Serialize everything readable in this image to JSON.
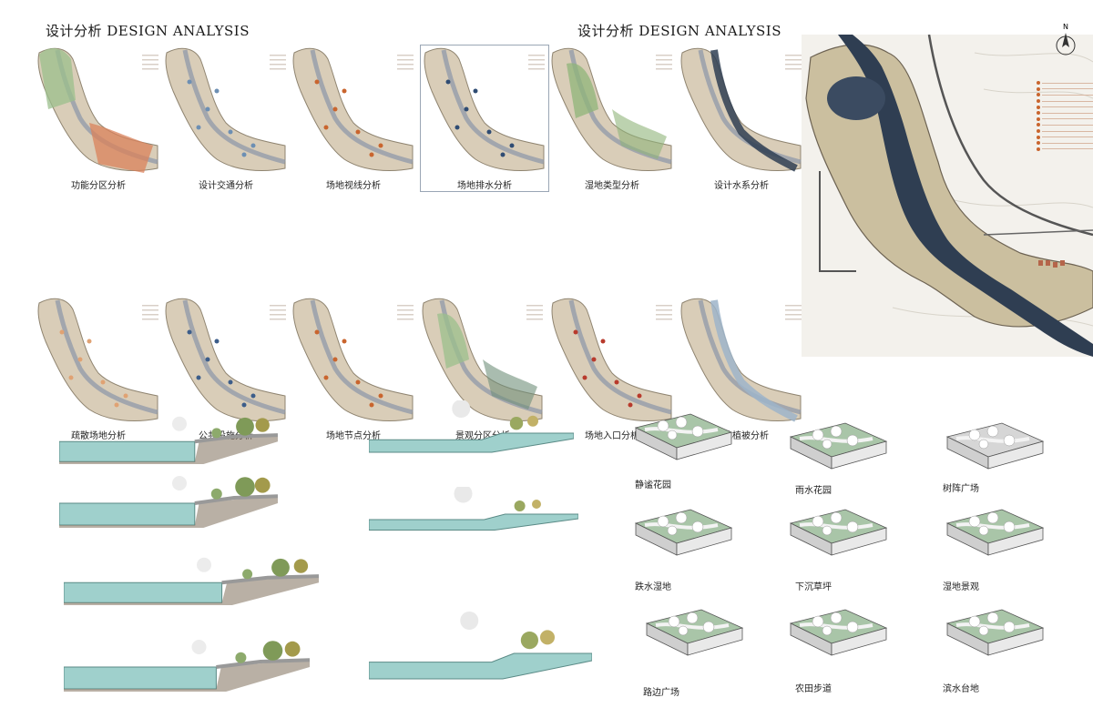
{
  "headings": {
    "left": "设计分析 DESIGN ANALYSIS",
    "right": "设计分析 DESIGN ANALYSIS"
  },
  "north_label": "N",
  "analysis_maps": [
    {
      "label": "功能分区分析",
      "theme": "function-zones"
    },
    {
      "label": "设计交通分析",
      "theme": "traffic"
    },
    {
      "label": "场地视线分析",
      "theme": "sightline"
    },
    {
      "label": "场地排水分析",
      "theme": "drainage"
    },
    {
      "label": "湿地类型分析",
      "theme": "wetland-type"
    },
    {
      "label": "设计水系分析",
      "theme": "water-system"
    },
    {
      "label": "疏散场地分析",
      "theme": "evacuation"
    },
    {
      "label": "公共设施分析",
      "theme": "public-facilities"
    },
    {
      "label": "场地节点分析",
      "theme": "nodes"
    },
    {
      "label": "景观分区分析",
      "theme": "landscape-zones"
    },
    {
      "label": "场地入口分析",
      "theme": "entrances"
    },
    {
      "label": "场地植被分析",
      "theme": "vegetation"
    }
  ],
  "blocks": [
    {
      "label": "静谧花园"
    },
    {
      "label": "雨水花园"
    },
    {
      "label": "树阵广场"
    },
    {
      "label": "跌水湿地"
    },
    {
      "label": "下沉草坪"
    },
    {
      "label": "湿地景观"
    },
    {
      "label": "路边广场"
    },
    {
      "label": "农田步道"
    },
    {
      "label": "滨水台地"
    }
  ],
  "colors": {
    "land": "#d9cdb8",
    "land_edge": "#8f8470",
    "river": "#2f3e52",
    "water_section": "#9fd0cc",
    "green_block": "#a9c5a8",
    "tree": "#ffffff",
    "accent_orange": "#d9825b",
    "accent_green": "#9bbf8c",
    "accent_red": "#b83a2c"
  }
}
